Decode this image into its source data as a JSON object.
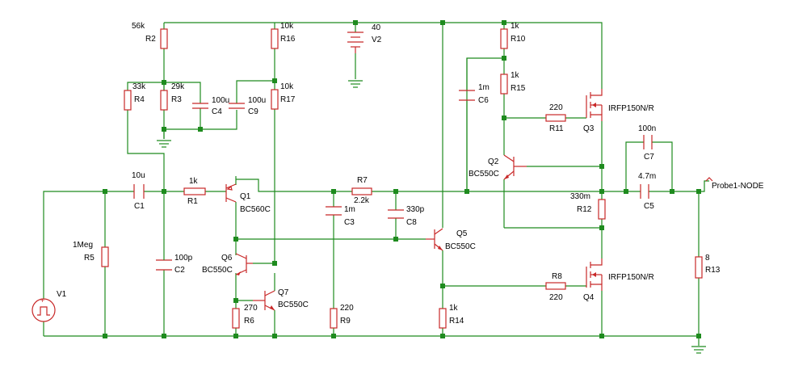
{
  "labels": {
    "r2v": "56k",
    "r2n": "R2",
    "r3v": "29k",
    "r3n": "R3",
    "r4v": "33k",
    "r4n": "R4",
    "c4v": "100u",
    "c4n": "C4",
    "c9v": "100u",
    "c9n": "C9",
    "r16v": "10k",
    "r16n": "R16",
    "r17v": "10k",
    "r17n": "R17",
    "v2v": "40",
    "v2n": "V2",
    "c6v": "1m",
    "c6n": "C6",
    "r10v": "1k",
    "r10n": "R10",
    "r15v": "1k",
    "r15n": "R15",
    "r11v": "220",
    "r11n": "R11",
    "q3n": "Q3",
    "q3p": "IRFP150N/R",
    "q2n": "Q2",
    "q2p": "BC550C",
    "c7v": "100n",
    "c7n": "C7",
    "c5v": "4.7m",
    "c5n": "C5",
    "probe": "Probe1-NODE",
    "r12v": "330m",
    "r12n": "R12",
    "c1v": "10u",
    "c1n": "C1",
    "r1v": "1k",
    "r1n": "R1",
    "q1n": "Q1",
    "q1p": "BC560C",
    "r7n": "R7",
    "r7v": "2.2k",
    "c3v": "1m",
    "c3n": "C3",
    "c8v": "330p",
    "c8n": "C8",
    "r5v": "1Meg",
    "r5n": "R5",
    "c2v": "100p",
    "c2n": "C2",
    "q6n": "Q6",
    "q6p": "BC550C",
    "q7n": "Q7",
    "q7p": "BC550C",
    "q5n": "Q5",
    "q5p": "BC550C",
    "v1n": "V1",
    "r6v": "270",
    "r6n": "R6",
    "r9v": "220",
    "r9n": "R9",
    "r14v": "1k",
    "r14n": "R14",
    "r8n": "R8",
    "r8v": "220",
    "q4n": "Q4",
    "q4p": "IRFP150N/R",
    "r13v": "8",
    "r13n": "R13"
  }
}
